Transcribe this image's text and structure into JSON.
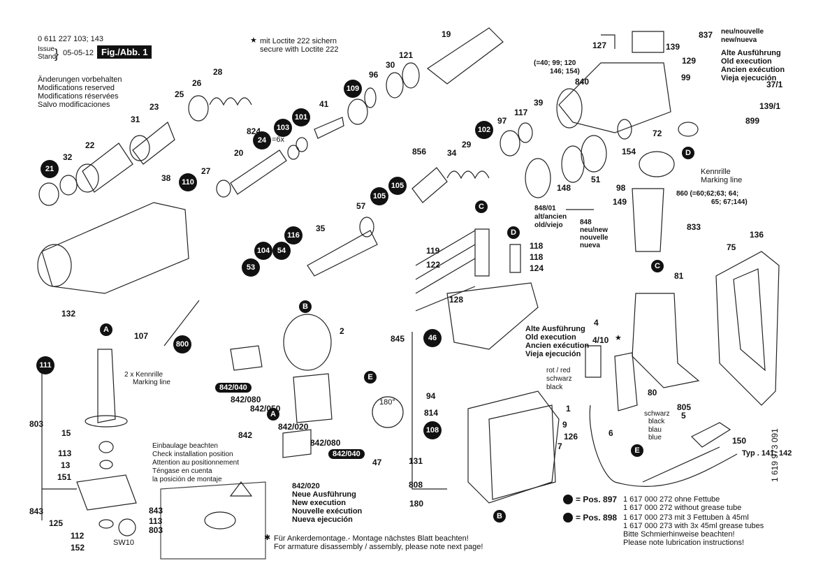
{
  "header": {
    "doc_number": "0 611 227 103; 143",
    "issue_label": "Issue",
    "stand_label": "Stand",
    "date": "05-05-12",
    "fig_label": "Fig./Abb. 1",
    "changes": [
      "Änderungen vorbehalten",
      "Modifications reserved",
      "Modifications réservées",
      "Salvo modificaciones"
    ]
  },
  "loctite_note": [
    "mit Loctite 222 sichern",
    "secure with Loctite 222"
  ],
  "old_exec_top": [
    "Alte Ausführung",
    "Old execution",
    "Ancien exécution",
    "Vieja ejecución"
  ],
  "neu_nouvelle": [
    "neu/nouvelle",
    "new/nueva"
  ],
  "mid_old_exec": [
    "Alte Ausführung",
    "Old execution",
    "Ancien exécution",
    "Vieja ejecución"
  ],
  "kennrille_top": [
    "Kennrille",
    "Marking line"
  ],
  "kennrille_left": [
    "2 x Kennrille",
    "Marking line"
  ],
  "count_6x": "=6x",
  "set_860": [
    "860 (=60;62;63; 64;",
    "65; 67;144)"
  ],
  "set_840": [
    "(=40; 99; 120",
    "146; 154)"
  ],
  "alt_848": [
    "848/01",
    "alt/ancien",
    "old/viejo"
  ],
  "new_848": [
    "848",
    "neu/new",
    "nouvelle",
    "nueva"
  ],
  "install_note": [
    "Einbaulage beachten",
    "Check installation position",
    "Attention au positionnement",
    "Téngase en cuenta",
    "la posición de montaje"
  ],
  "new_execution": [
    "842/020",
    "Neue Ausführung",
    "New execution",
    "Nouvelle exécution",
    "Nueva ejecución"
  ],
  "colors": {
    "rot_red": "rot / red",
    "schwarz_black": "schwarz\nblack",
    "schwarz_black2": "schwarz",
    "black2": "black",
    "blau": "blau",
    "blue": "blue"
  },
  "typ": "Typ . 141; 142",
  "pos897": {
    "label": "= Pos. 897",
    "lines": [
      "1 617 000 272 ohne Fettube",
      "1 617 000 272 without grease tube"
    ]
  },
  "pos898": {
    "label": "= Pos. 898",
    "lines": [
      "1 617 000 273 mit 3 Fettuben à 45ml",
      "1 617 000 273 with 3x 45ml grease tubes",
      "Bitte Schmierhinweise beachten!",
      "Please note lubrication instructions!"
    ]
  },
  "armature_note": [
    "Für Ankerdemontage.- Montage nächstes Blatt beachten!",
    "For armature disassembly / assembly, please note next page!"
  ],
  "doc_code": "1 619 973 091",
  "sw10": "SW10",
  "deg180": "180°",
  "numbers": [
    {
      "t": "19"
    },
    {
      "t": "121"
    },
    {
      "t": "30"
    },
    {
      "t": "96"
    },
    {
      "t": "109"
    },
    {
      "t": "41"
    },
    {
      "t": "101"
    },
    {
      "t": "103"
    },
    {
      "t": "824"
    },
    {
      "t": "24"
    },
    {
      "t": "28"
    },
    {
      "t": "26"
    },
    {
      "t": "25"
    },
    {
      "t": "23"
    },
    {
      "t": "31"
    },
    {
      "t": "22"
    },
    {
      "t": "32"
    },
    {
      "t": "21"
    },
    {
      "t": "20"
    },
    {
      "t": "38"
    },
    {
      "t": "110"
    },
    {
      "t": "27"
    },
    {
      "t": "856"
    },
    {
      "t": "34"
    },
    {
      "t": "29"
    },
    {
      "t": "102"
    },
    {
      "t": "97"
    },
    {
      "t": "117"
    },
    {
      "t": "105"
    },
    {
      "t": "57"
    },
    {
      "t": "35"
    },
    {
      "t": "116"
    },
    {
      "t": "104"
    },
    {
      "t": "54"
    },
    {
      "t": "53"
    },
    {
      "t": "132"
    },
    {
      "t": "107"
    },
    {
      "t": "800"
    },
    {
      "t": "2"
    },
    {
      "t": "127"
    },
    {
      "t": "840"
    },
    {
      "t": "129"
    },
    {
      "t": "99"
    },
    {
      "t": "39"
    },
    {
      "t": "72"
    },
    {
      "t": "154"
    },
    {
      "t": "148"
    },
    {
      "t": "51"
    },
    {
      "t": "98"
    },
    {
      "t": "149"
    },
    {
      "t": "833"
    },
    {
      "t": "136"
    },
    {
      "t": "75"
    },
    {
      "t": "81"
    },
    {
      "t": "4"
    },
    {
      "t": "4/10"
    },
    {
      "t": "80"
    },
    {
      "t": "805"
    },
    {
      "t": "5"
    },
    {
      "t": "150"
    },
    {
      "t": "6"
    },
    {
      "t": "7"
    },
    {
      "t": "126"
    },
    {
      "t": "9"
    },
    {
      "t": "1"
    },
    {
      "t": "131"
    },
    {
      "t": "808"
    },
    {
      "t": "180"
    },
    {
      "t": "814"
    },
    {
      "t": "94"
    },
    {
      "t": "845"
    },
    {
      "t": "128"
    },
    {
      "t": "119"
    },
    {
      "t": "122"
    },
    {
      "t": "118"
    },
    {
      "t": "118"
    },
    {
      "t": "124"
    },
    {
      "t": "837"
    },
    {
      "t": "139"
    },
    {
      "t": "37/1"
    },
    {
      "t": "139/1"
    },
    {
      "t": "899"
    },
    {
      "t": "803"
    },
    {
      "t": "15"
    },
    {
      "t": "113"
    },
    {
      "t": "13"
    },
    {
      "t": "151"
    },
    {
      "t": "843"
    },
    {
      "t": "125"
    },
    {
      "t": "112"
    },
    {
      "t": "152"
    },
    {
      "t": "843"
    },
    {
      "t": "113"
    },
    {
      "t": "803"
    },
    {
      "t": "842"
    },
    {
      "t": "842/080"
    },
    {
      "t": "842/050"
    },
    {
      "t": "842/020"
    },
    {
      "t": "842/080"
    },
    {
      "t": "47"
    },
    {
      "t": "842/040"
    },
    {
      "t": "842/040"
    },
    {
      "t": "111"
    },
    {
      "t": "46"
    },
    {
      "t": "108"
    }
  ],
  "circle_letters": [
    "A",
    "A",
    "B",
    "B",
    "C",
    "C",
    "D",
    "D",
    "E",
    "E"
  ]
}
